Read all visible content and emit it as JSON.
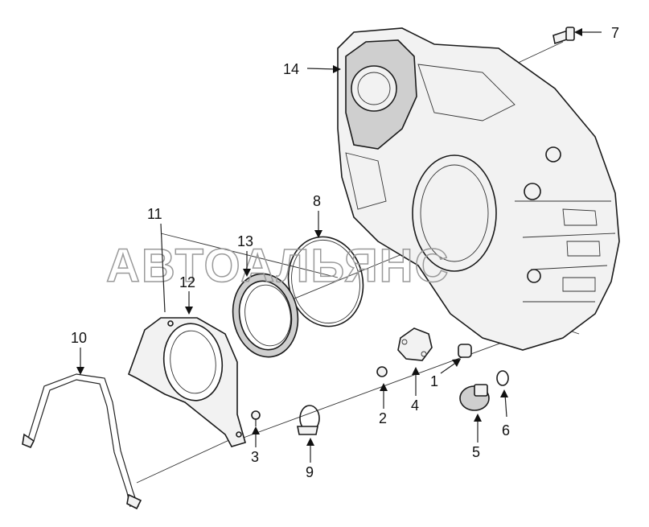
{
  "watermark": "АВТОАЛЬЯНС",
  "callouts": {
    "c1": "1",
    "c2": "2",
    "c3": "3",
    "c4": "4",
    "c5": "5",
    "c6": "6",
    "c7": "7",
    "c8": "8",
    "c9": "9",
    "c10": "10",
    "c11": "11",
    "c12": "12",
    "c13": "13",
    "c14": "14"
  },
  "colors": {
    "line": "#222222",
    "watermark": "#9a9a9a",
    "background": "#ffffff"
  }
}
